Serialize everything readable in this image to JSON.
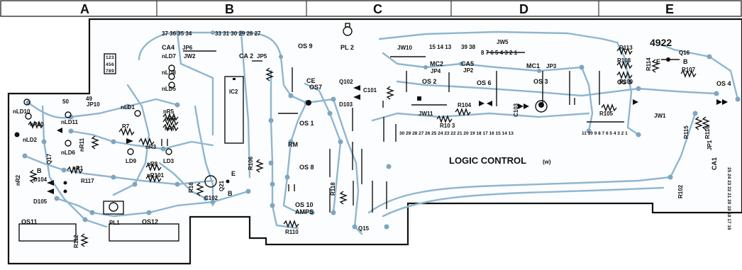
{
  "grid_columns": [
    "A",
    "B",
    "C",
    "D",
    "E"
  ],
  "board_number": "4922",
  "logic_title": "LOGIC CONTROL",
  "logic_suffix": "(w)",
  "keypad": [
    "1",
    "2",
    "3",
    "4",
    "5",
    "6",
    "7",
    "8",
    "9"
  ],
  "labels": {
    "ca4": "CA4",
    "jp6": "JP6",
    "jw2": "JW2",
    "ca2": "CA 2",
    "jp5": "JP5",
    "ic2": "IC2",
    "pins_b": "37 36 35 34",
    "pins_b2": "33 31 30 29 28 27",
    "os9": "OS 9",
    "pl2": "PL 2",
    "ce": "CE",
    "c101": "C101",
    "q102": "Q102",
    "d103": "D103",
    "os7": "OS7",
    "os1": "OS 1",
    "rm": "RM",
    "os8": "OS 8",
    "os10": "OS 10",
    "amps": "AMPS",
    "r110": "R110",
    "q15": "Q15",
    "r118": "R118",
    "jw10": "JW10",
    "pins_c": "15 14 13",
    "pins_c2": "39 38",
    "mc2": "MC2",
    "jp4": "JP4",
    "os2": "OS 2",
    "ca5": "CA5",
    "jp2": "JP2",
    "jw11": "JW11",
    "r103": "R10 3",
    "r104": "R104",
    "os6": "OS 6",
    "jw5": "JW5",
    "pins_d": "8 7 6 5 4 3 2 1",
    "mc1": "MC1",
    "jp3": "JP3",
    "os3": "OS 3",
    "os5": "OS 5",
    "c103": "C103",
    "r105": "R105",
    "jw1": "JW1",
    "pins_row": "30 29 28 27 26 25 24 23 22 21 20 19 18 17 16 15 14 13",
    "pins_row2": "11 10 9 8 7 6 5 4 3 2 1",
    "r113": "R113",
    "r108": "R108",
    "r109": "R109",
    "r114": "R114",
    "q16": "Q16",
    "r107": "R107",
    "e": "E",
    "b": "B",
    "os4": "OS 4",
    "r115": "R115",
    "r116": "R116",
    "jp1": "JP1",
    "ca1": "CA1",
    "ca1_pins": "25 24 23 22 21 20 19 18 17 16",
    "r102": "R102",
    "nld7": "nLD7",
    "nld8": "nLD8",
    "nld5": "nLD5",
    "nld1": "nLD1",
    "nr5": "nR5",
    "nr6": "nR6",
    "nr7": "nR7",
    "r7": "R7",
    "nr3": "nR3",
    "ld9": "LD9",
    "ld3": "LD3",
    "nr8": "nR8",
    "nr101": "nR101",
    "r16": "R16",
    "c102": "C102",
    "q21": "Q21",
    "r106": "R106",
    "e2": "E",
    "b2": "B",
    "nld10": "nLD10",
    "nr10": "nR10",
    "nld11": "nLD11",
    "nld2": "nLD2",
    "jp10": "JP10",
    "n50": "50",
    "n49": "49",
    "nr11": "nR11",
    "q17": "Q17",
    "nld6": "nLD6",
    "nr1": "nR1",
    "r117": "R117",
    "nr2": "nR2",
    "d104": "D104",
    "d105": "D105",
    "pl1": "PL1",
    "os11": "OS11",
    "os12": "OS12",
    "r112": "R112"
  }
}
